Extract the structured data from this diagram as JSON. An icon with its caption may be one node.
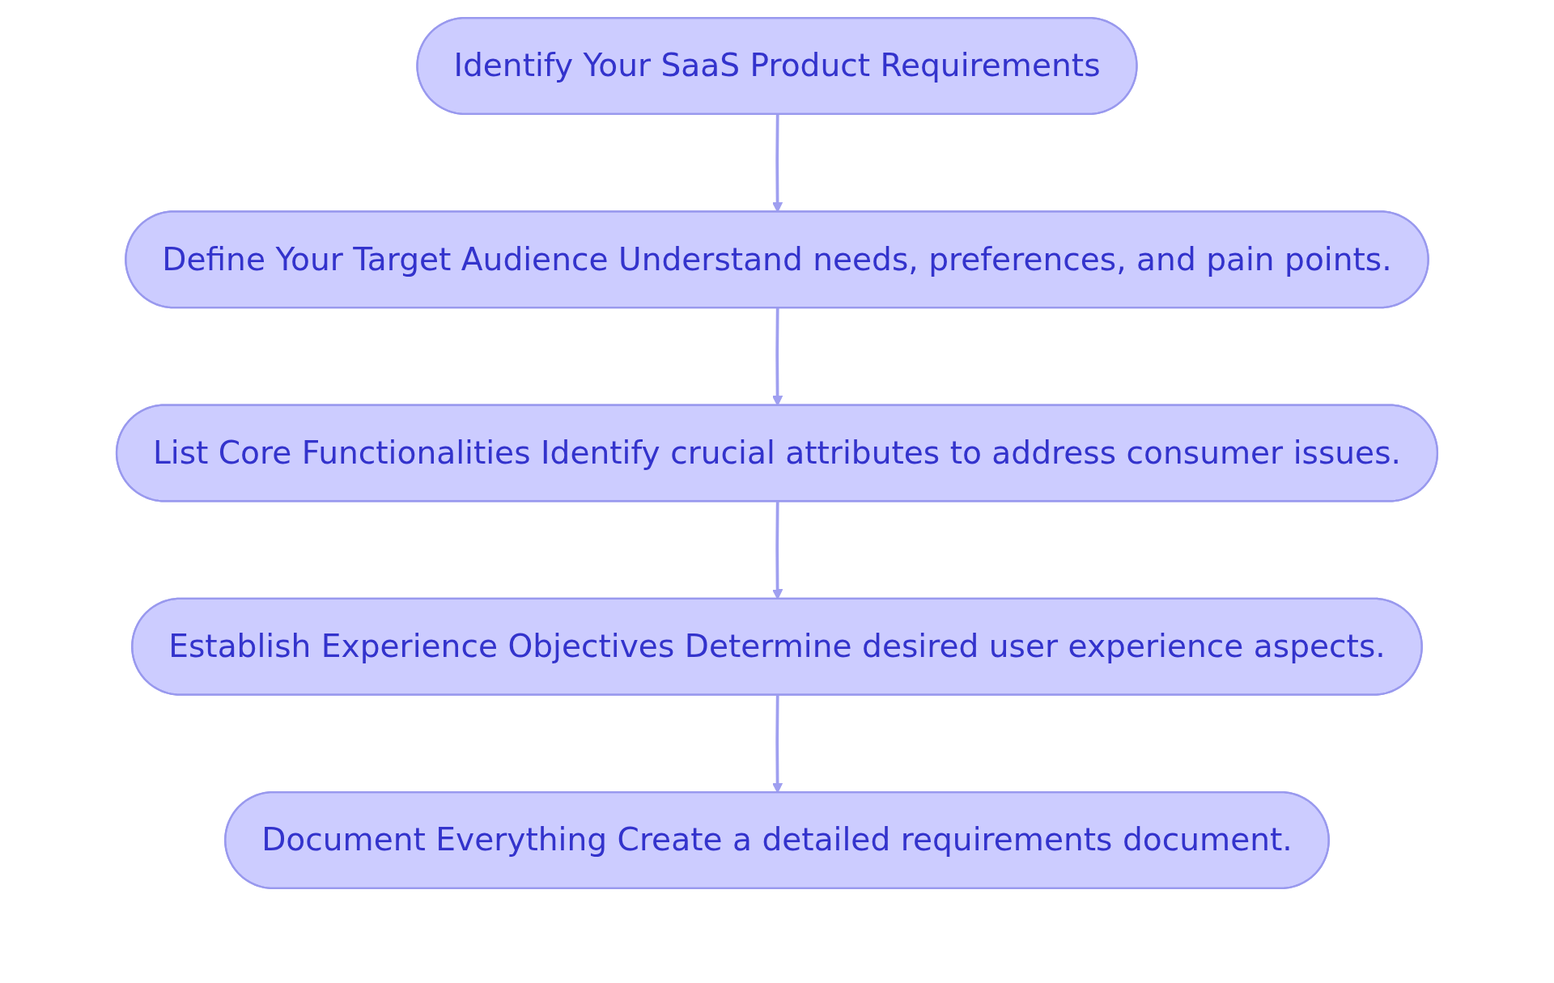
{
  "diagram": {
    "nodes": [
      {
        "text": [
          "Identify Your SaaS Product Requirements"
        ]
      },
      {
        "text": [
          "Define Your Target Audience Understand needs, preferences, and pain points."
        ]
      },
      {
        "text": [
          "List Core Functionalities Identify crucial attributes to address consumer issues."
        ]
      },
      {
        "text": [
          "Establish Experience Objectives Determine desired user experience aspects."
        ]
      },
      {
        "text": [
          "Document Everything Create a detailed requirements document."
        ]
      }
    ],
    "edges": [
      {
        "from": 0,
        "to": 1,
        "arrow": "to"
      },
      {
        "from": 1,
        "to": 2,
        "arrow": "to"
      },
      {
        "from": 2,
        "to": 3,
        "arrow": "to"
      },
      {
        "from": 3,
        "to": 4,
        "arrow": "to"
      }
    ]
  }
}
